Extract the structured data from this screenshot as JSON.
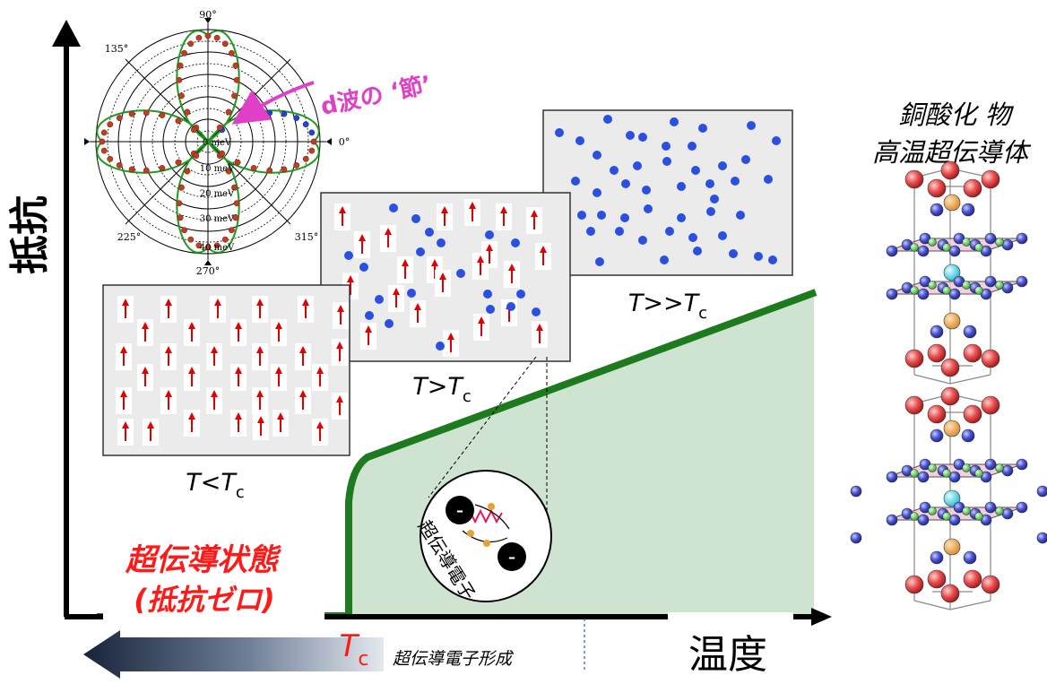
{
  "axes": {
    "y_label": "抵抗",
    "x_label": "温度"
  },
  "polar_plot": {
    "angle_labels": [
      "90°",
      "135°",
      "0°",
      "225°",
      "270°",
      "315°"
    ],
    "radius_labels": [
      "0 meV",
      "10 meV",
      "20 meV",
      "30 meV",
      "40 meV"
    ],
    "node_annotation": "d波の ‘節’"
  },
  "panels": {
    "below_tc": {
      "label_T": "T",
      "label_op": "<",
      "label_Tc": "T",
      "label_sub": "c"
    },
    "above_tc": {
      "label_T": "T",
      "label_op": ">",
      "label_Tc": "T",
      "label_sub": "c"
    },
    "far_above_tc": {
      "label_T": "T",
      "label_op": ">>",
      "label_Tc": "T",
      "label_sub": "c"
    }
  },
  "pair_inset": {
    "label": "超伝導電子",
    "charge": "–"
  },
  "superconducting_state": {
    "line1": "超伝導状態",
    "line2": "(抵抗ゼロ)"
  },
  "tc_marker": {
    "T": "T",
    "sub": "c"
  },
  "pair_formation_label": "超伝導電子形成",
  "material": {
    "line1": "銅酸化 物",
    "line2": "高温超伝導体"
  },
  "colors": {
    "curve": "#1e7a1e",
    "fill": "#cfe3d1",
    "arrow_red": "#e00000",
    "dot_blue": "#2b4fe0",
    "annotation_magenta": "#e040c8",
    "sc_red": "#ff1a1a",
    "arrow_gradient_dark": "#1b2a44",
    "arrow_gradient_light": "#d9dee6"
  }
}
